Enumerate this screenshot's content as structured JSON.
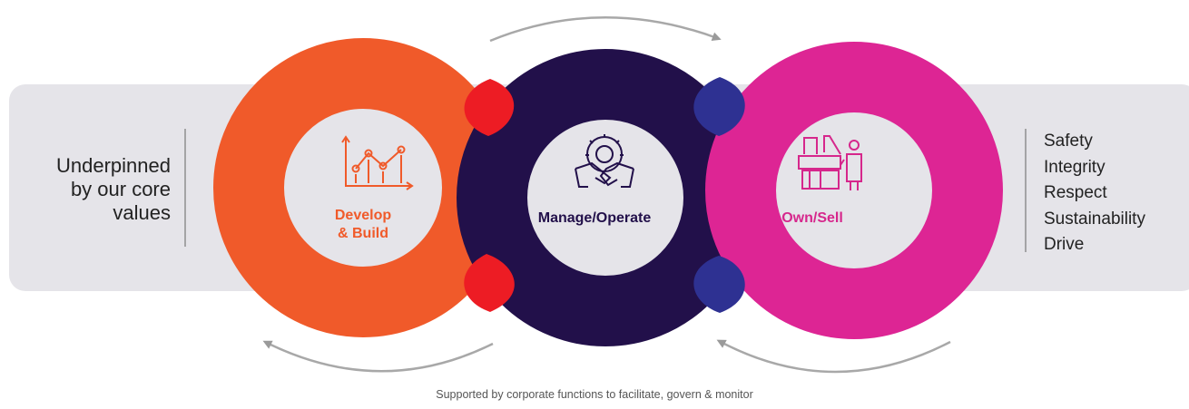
{
  "left_text": {
    "lines": [
      "Underpinned",
      "by our core",
      "values"
    ]
  },
  "core_values": [
    "Safety",
    "Integrity",
    "Respect",
    "Sustainability",
    "Drive"
  ],
  "stages": [
    {
      "label_lines": [
        "Develop",
        "& Build"
      ],
      "color": "#f05a2a",
      "icon": "growth-chart-icon"
    },
    {
      "label_lines": [
        "Manage/Operate"
      ],
      "color": "#22104a",
      "icon": "handshake-gear-icon"
    },
    {
      "label_lines": [
        "Own/Sell"
      ],
      "color": "#d6278c",
      "icon": "operator-machine-icon"
    }
  ],
  "overlap_colors": {
    "develop_manage": "#ed1c24",
    "manage_own": "#2e3192"
  },
  "band_color": "#e5e4e9",
  "footer": "Supported by corporate functions to facilitate, govern & monitor"
}
